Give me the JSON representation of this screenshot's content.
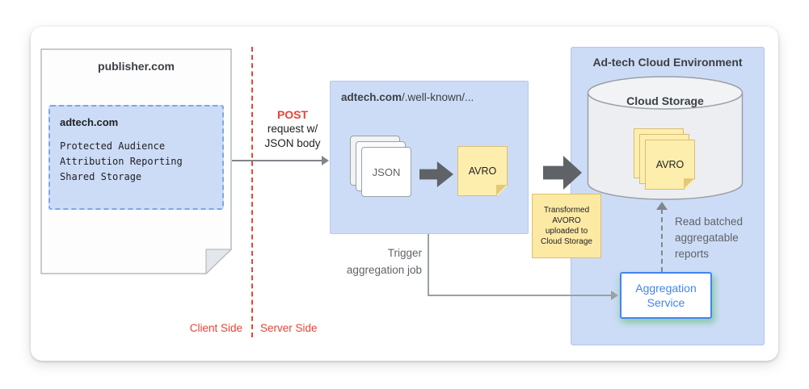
{
  "colors": {
    "accent_red": "#e94335",
    "panel_blue": "#cddcf6",
    "dashed_border_blue": "#7ea6e8",
    "note_yellow": "#fdeeae",
    "note_fold": "#e4c878",
    "arrow_dark": "#5f6368",
    "line_gray": "#80868b",
    "text_dark": "#3c4043",
    "text_gray": "#5f6368",
    "service_blue": "#4285f4",
    "cylinder_gray": "#eceef1"
  },
  "publisher": {
    "title": "publisher.com",
    "api_box": {
      "title": "adtech.com",
      "lines": [
        "Protected Audience",
        "Attribution Reporting",
        "Shared Storage"
      ]
    }
  },
  "post_label": {
    "method": "POST",
    "line1": "request w/",
    "line2": "JSON body"
  },
  "divider": {
    "client_label": "Client Side",
    "server_label": "Server Side"
  },
  "adtech_server": {
    "title_bold": "adtech.com",
    "title_rest": "/.well-known/...",
    "json_stack_label": "JSON",
    "avro_note_label": "AVRO"
  },
  "transform_note": {
    "text": "Transformed AVORO uploaded to Cloud Storage"
  },
  "trigger_label": {
    "line1": "Trigger",
    "line2": "aggregation job"
  },
  "cloud_env": {
    "title": "Ad-tech Cloud Environment",
    "storage": {
      "title": "Cloud Storage",
      "avro_stack_label": "AVRO"
    },
    "read_label": {
      "line1": "Read batched",
      "line2": "aggregatable",
      "line3": "reports"
    },
    "aggregation_service_label": "Aggregation Service"
  }
}
